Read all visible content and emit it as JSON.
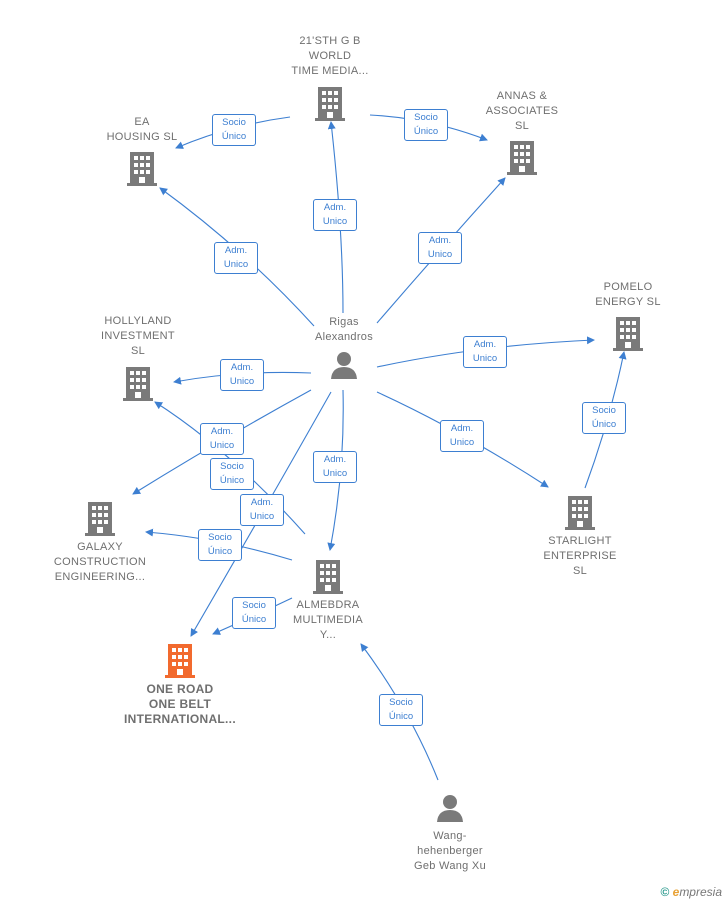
{
  "colors": {
    "edge": "#3d7fd1",
    "building": "#7a7a7a",
    "building_focus": "#f26a2e",
    "person": "#7a7a7a",
    "label": "#6f6f6f"
  },
  "nodes": {
    "time_media": {
      "label": "21'STH G B\nWORLD\nTIME MEDIA...",
      "icon": "building-icon"
    },
    "annas": {
      "label": "ANNAS &\nASSOCIATES\nSL",
      "icon": "building-icon"
    },
    "ea_housing": {
      "label": "EA\nHOUSING  SL",
      "icon": "building-icon"
    },
    "pomelo": {
      "label": "POMELO\nENERGY  SL",
      "icon": "building-icon"
    },
    "rigas": {
      "label": "Rigas\nAlexandros",
      "icon": "person-icon"
    },
    "hollyland": {
      "label": "HOLLYLAND\nINVESTMENT\nSL",
      "icon": "building-icon"
    },
    "galaxy": {
      "label": "GALAXY\nCONSTRUCTION\nENGINEERING...",
      "icon": "building-icon"
    },
    "starlight": {
      "label": "STARLIGHT\nENTERPRISE\nSL",
      "icon": "building-icon"
    },
    "almebdra": {
      "label": "ALMEBDRA\nMULTIMEDIA\nY...",
      "icon": "building-icon"
    },
    "one_road": {
      "label": "ONE ROAD\nONE BELT\nINTERNATIONAL...",
      "icon": "building-icon"
    },
    "wang": {
      "label": "Wang-\nhehenberger\nGeb Wang Xu",
      "icon": "person-icon"
    }
  },
  "edges": {
    "e1": {
      "label": "Socio\nÚnico"
    },
    "e2": {
      "label": "Socio\nÚnico"
    },
    "e3": {
      "label": "Adm.\nUnico"
    },
    "e4": {
      "label": "Adm.\nUnico"
    },
    "e5": {
      "label": "Adm.\nUnico"
    },
    "e6": {
      "label": "Adm.\nUnico"
    },
    "e7": {
      "label": "Socio\nÚnico"
    },
    "e8": {
      "label": "Adm.\nUnico"
    },
    "e9": {
      "label": "Adm.\nUnico"
    },
    "e10": {
      "label": "Adm.\nUnico"
    },
    "e11": {
      "label": "Socio\nÚnico"
    },
    "e12": {
      "label": "Adm.\nUnico"
    },
    "e13": {
      "label": "Adm.\nUnico"
    },
    "e14": {
      "label": "Socio\nÚnico"
    },
    "e15": {
      "label": "Socio\nÚnico"
    },
    "e16": {
      "label": "Socio\nÚnico"
    }
  },
  "brand": {
    "copyright": "©",
    "name": "mpresia",
    "initial": "e"
  }
}
